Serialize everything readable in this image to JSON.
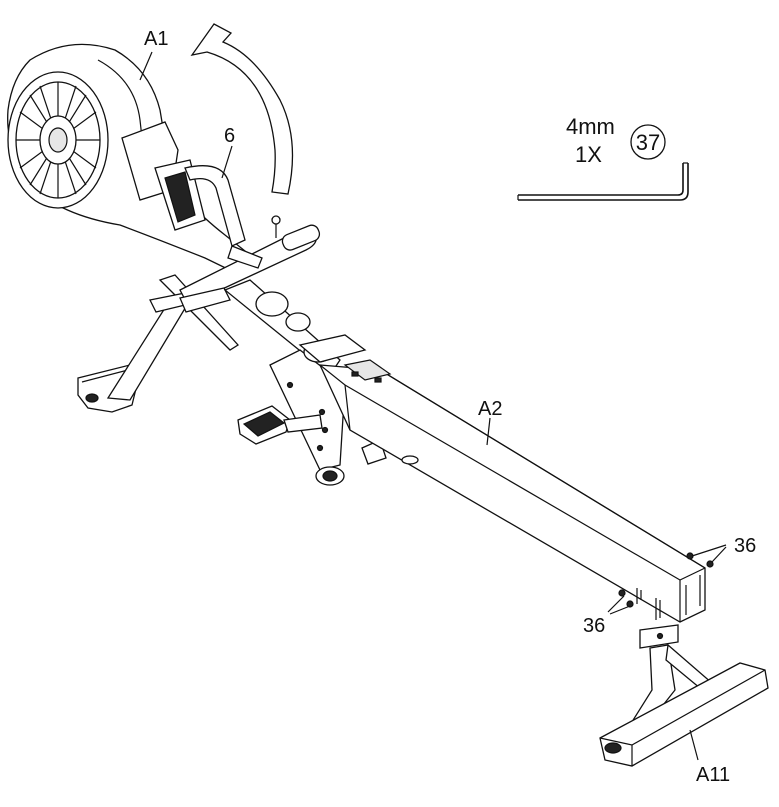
{
  "labels": {
    "a1": "A1",
    "part6": "6",
    "a2": "A2",
    "a11": "A11",
    "screw_top": "36",
    "screw_bottom": "36"
  },
  "tool_callout": {
    "size": "4mm",
    "quantity": "1X",
    "part_number": "37",
    "icon": "allen-key-icon"
  }
}
